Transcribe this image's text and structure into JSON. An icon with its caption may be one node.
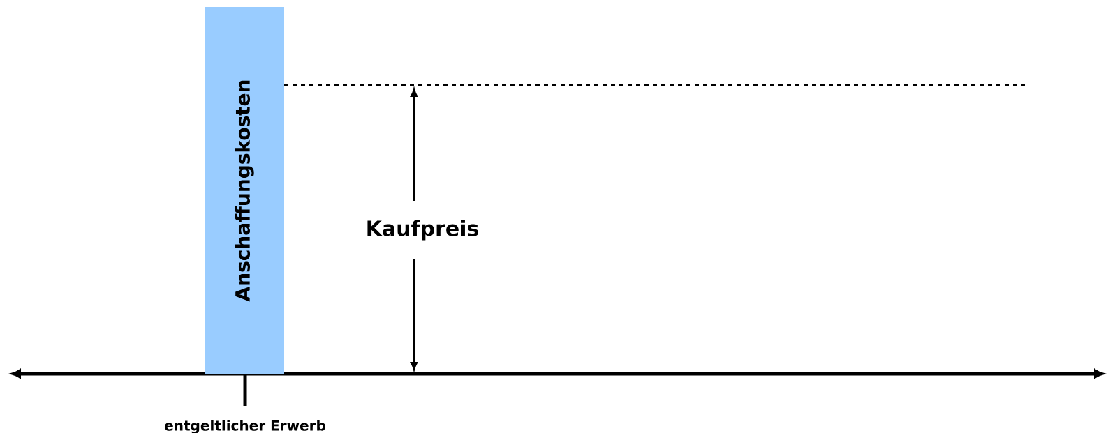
{
  "diagram": {
    "nodes": [
      {
        "text": [
          "Anschaffungskosten"
        ]
      }
    ],
    "labels": [
      "Kaufpreis",
      "entgeltlicher Erwerb"
    ]
  }
}
